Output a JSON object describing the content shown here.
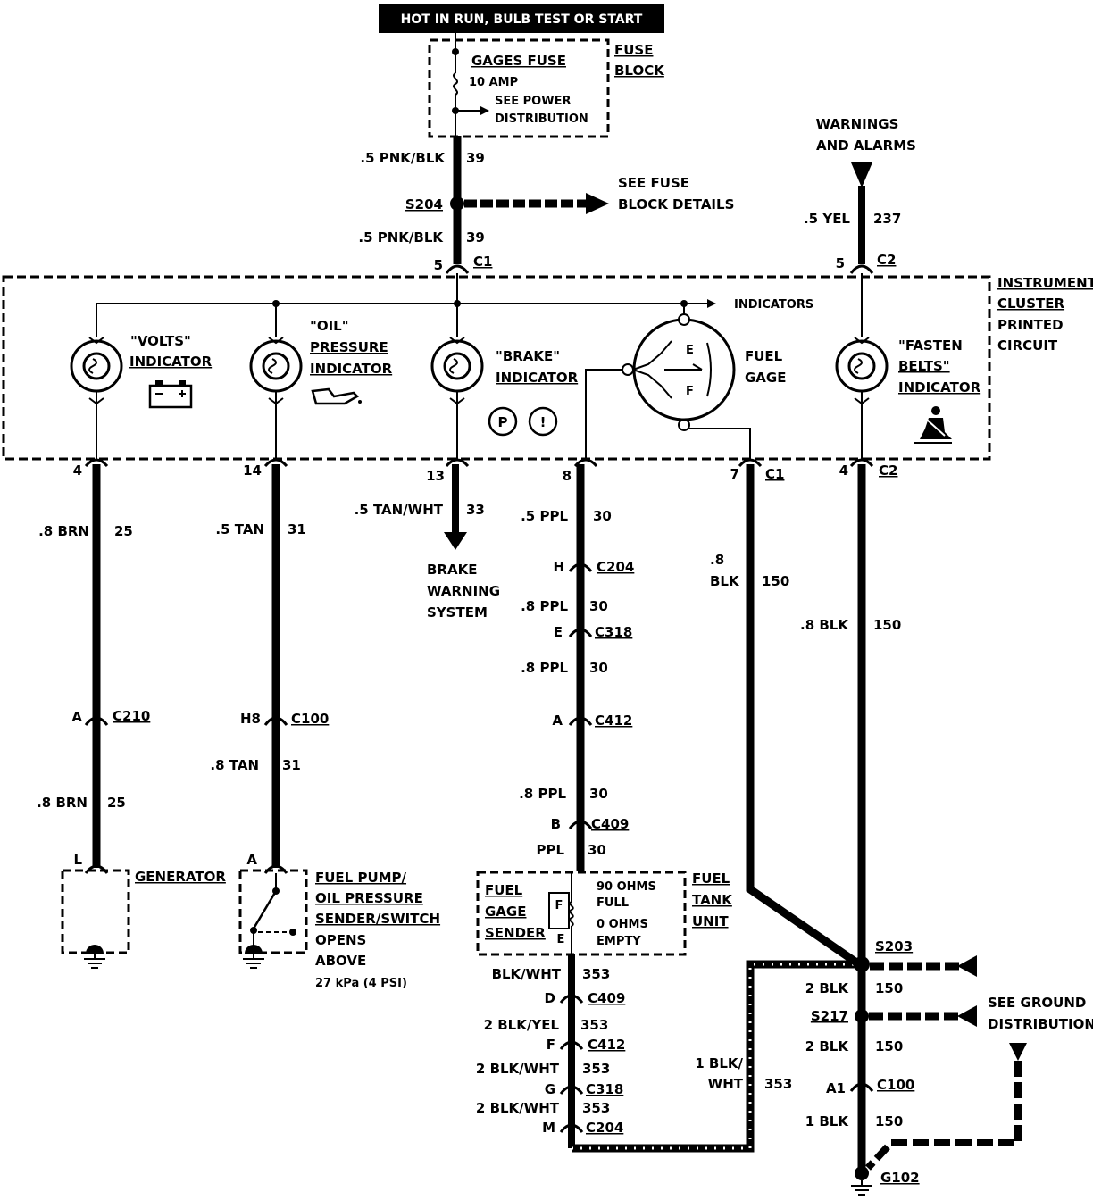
{
  "header": {
    "power_label": "HOT IN RUN, BULB TEST OR START"
  },
  "fuse": {
    "name": "GAGES FUSE",
    "rating": "10 AMP",
    "note_line1": "SEE POWER",
    "note_line2": "DISTRIBUTION",
    "block_line1": "FUSE",
    "block_line2": "BLOCK"
  },
  "wires": {
    "top_upper_label": ".5 PNK/BLK",
    "top_upper_num": "39",
    "top_lower_label": ".5 PNK/BLK",
    "top_lower_num": "39",
    "yel_label": ".5 YEL",
    "yel_num": "237",
    "brn1_label": ".8 BRN",
    "brn1_num": "25",
    "brn2_label": ".8 BRN",
    "brn2_num": "25",
    "tan1_label": ".5 TAN",
    "tan1_num": "31",
    "tan2_label": ".8 TAN",
    "tan2_num": "31",
    "tanwht_label": ".5 TAN/WHT",
    "tanwht_num": "33",
    "ppl1_label": ".5 PPL",
    "ppl1_num": "30",
    "ppl2_label": ".8 PPL",
    "ppl2_num": "30",
    "ppl3_label": ".8 PPL",
    "ppl3_num": "30",
    "ppl4_label": ".8 PPL",
    "ppl4_num": "30",
    "ppl5_label": "PPL",
    "ppl5_num": "30",
    "blk_a_label1": ".8",
    "blk_a_label2": "BLK",
    "blk_a_num": "150",
    "blk_b_label": ".8 BLK",
    "blk_b_num": "150",
    "blkwht1_label": "BLK/WHT",
    "blkwht1_num": "353",
    "blkyel_label": "2 BLK/YEL",
    "blkyel_num": "353",
    "blkwht2_label": "2 BLK/WHT",
    "blkwht2_num": "353",
    "blkwht3_label": "2 BLK/WHT",
    "blkwht3_num": "353",
    "blkwht_return_label1": "1 BLK/",
    "blkwht_return_label2": "WHT",
    "blkwht_return_num": "353",
    "gnd1_label": "2 BLK",
    "gnd1_num": "150",
    "gnd2_label": "2 BLK",
    "gnd2_num": "150",
    "gnd3_label": "1 BLK",
    "gnd3_num": "150"
  },
  "splices": {
    "s204": "S204",
    "s203": "S203",
    "s217": "S217",
    "g102": "G102"
  },
  "refs": {
    "fuse_block_details_1": "SEE FUSE",
    "fuse_block_details_2": "BLOCK DETAILS",
    "warnings_1": "WARNINGS",
    "warnings_2": "AND ALARMS",
    "indicators": "INDICATORS",
    "brake_sys_1": "BRAKE",
    "brake_sys_2": "WARNING",
    "brake_sys_3": "SYSTEM",
    "ground_dist_1": "SEE GROUND",
    "ground_dist_2": "DISTRIBUTION"
  },
  "cluster": {
    "label_1": "INSTRUMENT",
    "label_2": "CLUSTER",
    "label_3": "PRINTED",
    "label_4": "CIRCUIT",
    "volts_1": "\"VOLTS\"",
    "volts_2": "INDICATOR",
    "oil_1": "\"OIL\"",
    "oil_2": "PRESSURE",
    "oil_3": "INDICATOR",
    "brake_1": "\"BRAKE\"",
    "brake_2": "INDICATOR",
    "brake_sym_p": "P",
    "brake_sym_x": "!",
    "fuel_1": "FUEL",
    "fuel_2": "GAGE",
    "gauge_e": "E",
    "gauge_f": "F",
    "belts_1": "\"FASTEN",
    "belts_2": "BELTS\"",
    "belts_3": "INDICATOR"
  },
  "connectors": {
    "c1_top_pin": "5",
    "c1_top": "C1",
    "c2_top_pin": "5",
    "c2_top": "C2",
    "pin_4": "4",
    "pin_14": "14",
    "pin_13": "13",
    "pin_8": "8",
    "pin_7": "7",
    "c1_bottom": "C1",
    "pin_4b": "4",
    "c2_bottom": "C2",
    "c210_pin": "A",
    "c210": "C210",
    "c100a_pin": "H8",
    "c100a": "C100",
    "c204a_pin": "H",
    "c204a": "C204",
    "c318a_pin": "E",
    "c318a": "C318",
    "c412a_pin": "A",
    "c412a": "C412",
    "c409a_pin": "B",
    "c409a": "C409",
    "c409b_pin": "D",
    "c409b": "C409",
    "c412b_pin": "F",
    "c412b": "C412",
    "c318b_pin": "G",
    "c318b": "C318",
    "c204b_pin": "M",
    "c204b": "C204",
    "c100b_pin": "A1",
    "c100b": "C100",
    "gen_pin": "L",
    "oil_sw_pin": "A"
  },
  "components": {
    "generator": "GENERATOR",
    "oil_sw_1": "FUEL PUMP/",
    "oil_sw_2": "OIL PRESSURE",
    "oil_sw_3": "SENDER/SWITCH",
    "oil_sw_4": "OPENS",
    "oil_sw_5": "ABOVE",
    "oil_sw_6": "27 kPa (4 PSI)",
    "sender_1": "FUEL",
    "sender_2": "GAGE",
    "sender_3": "SENDER",
    "sender_f": "F",
    "sender_e": "E",
    "ohms_full_1": "90 OHMS",
    "ohms_full_2": "FULL",
    "ohms_empty_1": "0 OHMS",
    "ohms_empty_2": "EMPTY",
    "tank_1": "FUEL",
    "tank_2": "TANK",
    "tank_3": "UNIT"
  }
}
